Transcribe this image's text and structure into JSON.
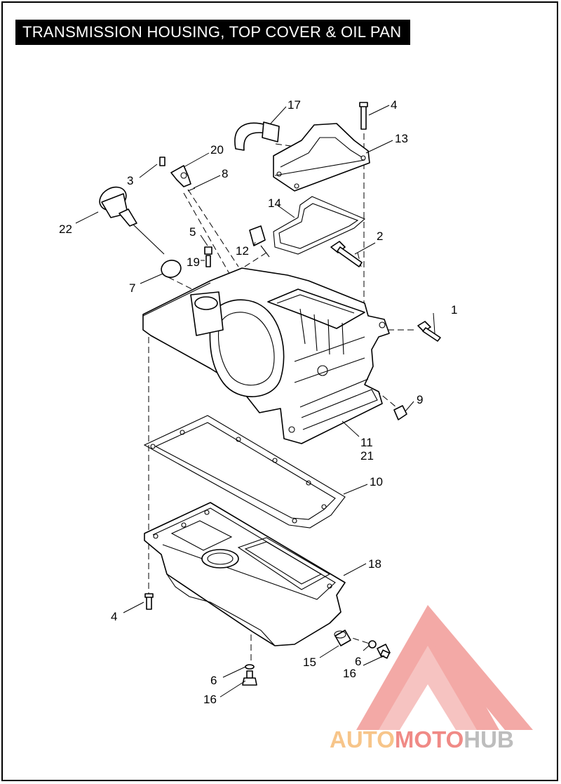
{
  "title": "TRANSMISSION HOUSING, TOP COVER & OIL PAN",
  "callouts": {
    "c1": "1",
    "c2": "2",
    "c3": "3",
    "c4_top": "4",
    "c4_bottom": "4",
    "c5": "5",
    "c6_a": "6",
    "c6_b": "6",
    "c7": "7",
    "c8": "8",
    "c9": "9",
    "c10": "10",
    "c11": "11",
    "c12": "12",
    "c13": "13",
    "c14": "14",
    "c15": "15",
    "c16_a": "16",
    "c16_b": "16",
    "c17": "17",
    "c18": "18",
    "c19": "19",
    "c20": "20",
    "c21": "21",
    "c22": "22"
  },
  "watermark": {
    "part1": "AUTO",
    "part2": "MOTO",
    "part3": "HUB",
    "colors": {
      "auto": "#f7c58a",
      "moto": "#f08a86",
      "hub": "#bdbdbd",
      "logo": "#ef8d89"
    }
  }
}
